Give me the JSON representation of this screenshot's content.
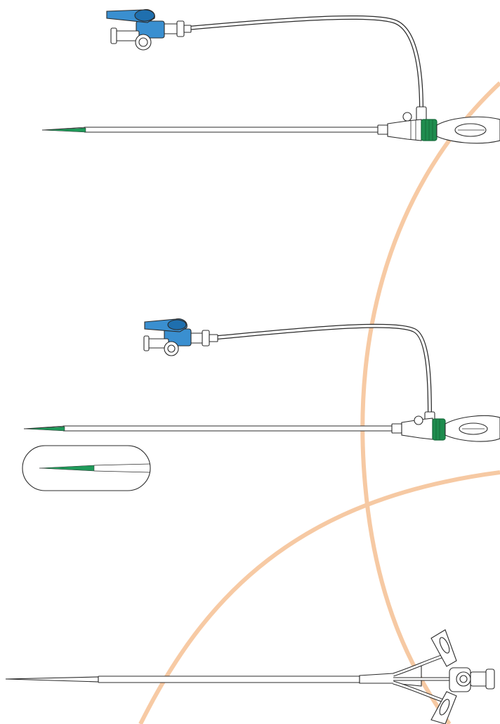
{
  "colors": {
    "background": "#ffffff",
    "outline": "#2b2b2b",
    "device_fill": "#ffffff",
    "stopcock_blue": "#3a8fd0",
    "stopcock_blue_dark": "#1f6fae",
    "tip_green": "#1f9a5a",
    "hub_green": "#1e8c4e",
    "hub_green_dark": "#156b3a",
    "arc_orange": "#f6c49a"
  },
  "devices": [
    {
      "name": "introducer-sheath-with-side-port-1",
      "parts": [
        "dilator-shaft",
        "tapered-green-tip",
        "hemostasis-valve",
        "green-hub-cap",
        "side-port-tubing",
        "blue-three-way-stopcock",
        "handle-bulb"
      ]
    },
    {
      "name": "introducer-sheath-with-side-port-2",
      "parts": [
        "dilator-shaft",
        "tapered-green-tip",
        "tip-detail-inset",
        "hemostasis-valve",
        "green-hub-cap",
        "side-port-tubing",
        "blue-three-way-stopcock",
        "handle-bulb"
      ]
    },
    {
      "name": "multi-lumen-catheter",
      "parts": [
        "catheter-shaft",
        "tapered-tip",
        "winged-hub",
        "extension-legs",
        "luer-connector"
      ]
    }
  ]
}
